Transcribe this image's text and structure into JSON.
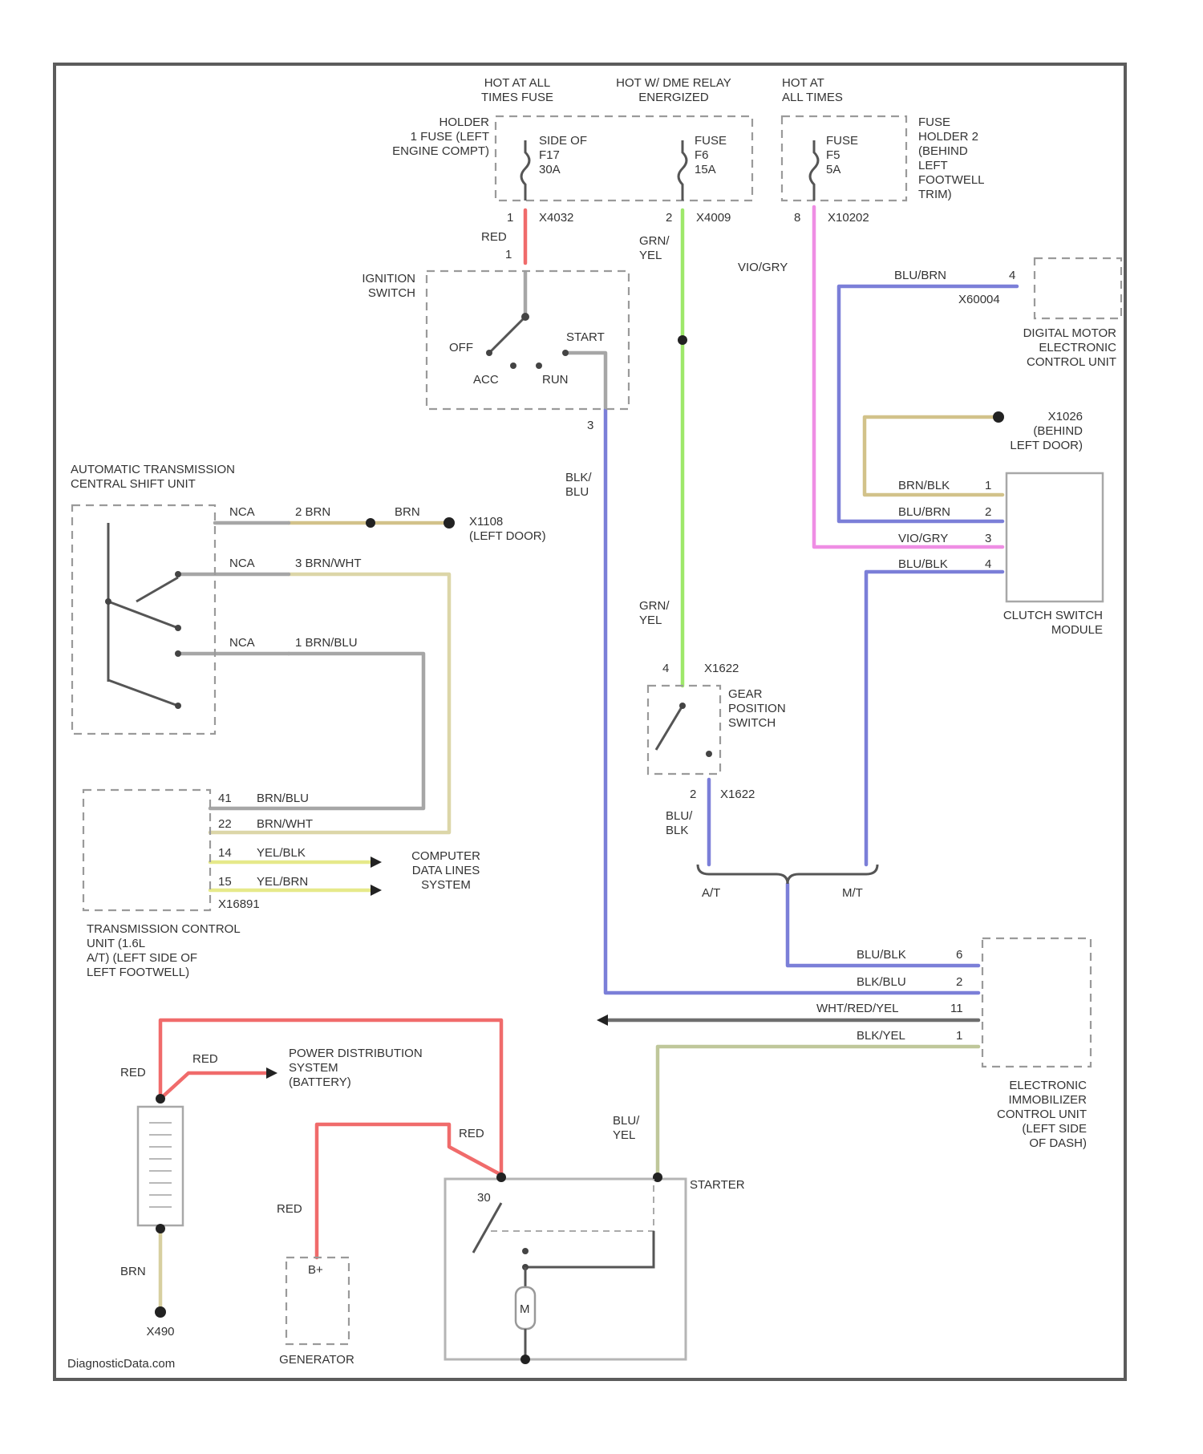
{
  "page": {
    "credit": "DiagnosticData.com"
  },
  "colors": {
    "red": "#f06b6b",
    "green": "#9ee86a",
    "pink": "#ef8ee4",
    "blue": "#7b7fd8",
    "tan": "#d7cfa0",
    "gray": "#a6a6a6",
    "darkgray": "#6e6e6e",
    "olive": "#bfc79a",
    "yellow": "#e6e98a",
    "brown": "#d2c28a"
  },
  "fuse_block": {
    "hot_at_all_times": "HOT AT ALL\nTIMES FUSE",
    "hot_relay": "HOT W/ DME RELAY\nENERGIZED",
    "holder_label": "HOLDER\n1 FUSE (LEFT\nENGINE COMPT)",
    "fuse_side_label": "SIDE OF\nF17\n30A",
    "fuse_2_label": "FUSE\nF6\n15A",
    "pin_1": "1",
    "conn_1": "X4032",
    "pin_2": "2",
    "conn_2": "X4009"
  },
  "fuse_holder_2": {
    "hot_label": "HOT AT\nALL TIMES",
    "fuse_label": "FUSE\nF5\n5A",
    "holder_label": "FUSE\nHOLDER 2\n(BEHIND\nLEFT\nFOOTWELL\nTRIM)",
    "pin": "8",
    "conn": "X10202"
  },
  "ignition_switch": {
    "label": "IGNITION\nSWITCH",
    "off": "OFF",
    "acc": "ACC",
    "run": "RUN",
    "start": "START",
    "pin_in": "1",
    "pin_out": "3",
    "wire_in": "RED",
    "wire_out": "BLK/\nBLU"
  },
  "wires": {
    "grn_yel": "GRN/\nYEL",
    "vio_gry": "VIO/GRY",
    "blu_brn": "BLU/BRN",
    "brn_blk": "BRN/BLK",
    "blu_blk": "BLU/BLK",
    "blk_blu": "BLK/BLU",
    "wht_red_yel": "WHT/RED/YEL",
    "blk_yel": "BLK/YEL",
    "blu_yel": "BLU/\nYEL",
    "red": "RED",
    "brn": "BRN",
    "blk_blu_gear": "BLU/\nBLK"
  },
  "dme": {
    "label": "DIGITAL MOTOR\nELECTRONIC\nCONTROL UNIT",
    "pin": "4",
    "conn": "X60004"
  },
  "ground_x1026": {
    "label": "X1026\n(BEHIND\nLEFT DOOR)"
  },
  "clutch_module": {
    "label": "CLUTCH SWITCH\nMODULE",
    "pins": [
      "1",
      "2",
      "3",
      "4"
    ],
    "wires": [
      "BRN/BLK",
      "BLU/BRN",
      "VIO/GRY",
      "BLU/BLK"
    ]
  },
  "auto_trans_shift": {
    "label": "AUTOMATIC TRANSMISSION\nCENTRAL SHIFT UNIT",
    "nca": "NCA",
    "wire_1": "2 BRN",
    "wire_2": "3 BRN/WHT",
    "wire_3": "1 BRN/BLU",
    "brn": "BRN",
    "ground": "X1108\n(LEFT DOOR)"
  },
  "tcu": {
    "label": "TRANSMISSION CONTROL\nUNIT (1.6L\nA/T) (LEFT SIDE OF\nLEFT FOOTWELL)",
    "pins": [
      "41",
      "22",
      "14",
      "15"
    ],
    "wires": [
      "BRN/BLU",
      "BRN/WHT",
      "YEL/BLK",
      "YEL/BRN"
    ],
    "conn": "X16891",
    "data_lines": "COMPUTER\nDATA LINES\nSYSTEM"
  },
  "gear_switch": {
    "label": "GEAR\nPOSITION\nSWITCH",
    "pin_top": "4",
    "conn_top": "X1622",
    "pin_bot": "2",
    "conn_bot": "X1622",
    "wire": "BLU/\nBLK",
    "wire_in": "GRN/\nYEL"
  },
  "branch": {
    "at": "A/T",
    "mt": "M/T"
  },
  "ews": {
    "label": "ELECTRONIC\nIMMOBILIZER\nCONTROL UNIT\n(LEFT SIDE\nOF DASH)",
    "pins": [
      "6",
      "2",
      "11",
      "1"
    ],
    "wires": [
      "BLU/BLK",
      "BLK/BLU",
      "WHT/RED/YEL",
      "BLK/YEL"
    ]
  },
  "power": {
    "label": "POWER DISTRIBUTION\nSYSTEM\n(BATTERY)",
    "red": "RED",
    "red2": "RED"
  },
  "battery": {
    "ground": "X490",
    "wire": "BRN"
  },
  "starter": {
    "label": "STARTER",
    "t30": "30",
    "m": "M",
    "wire_top": "RED"
  },
  "generator": {
    "label": "GENERATOR",
    "t": "B+",
    "wire": "RED"
  }
}
